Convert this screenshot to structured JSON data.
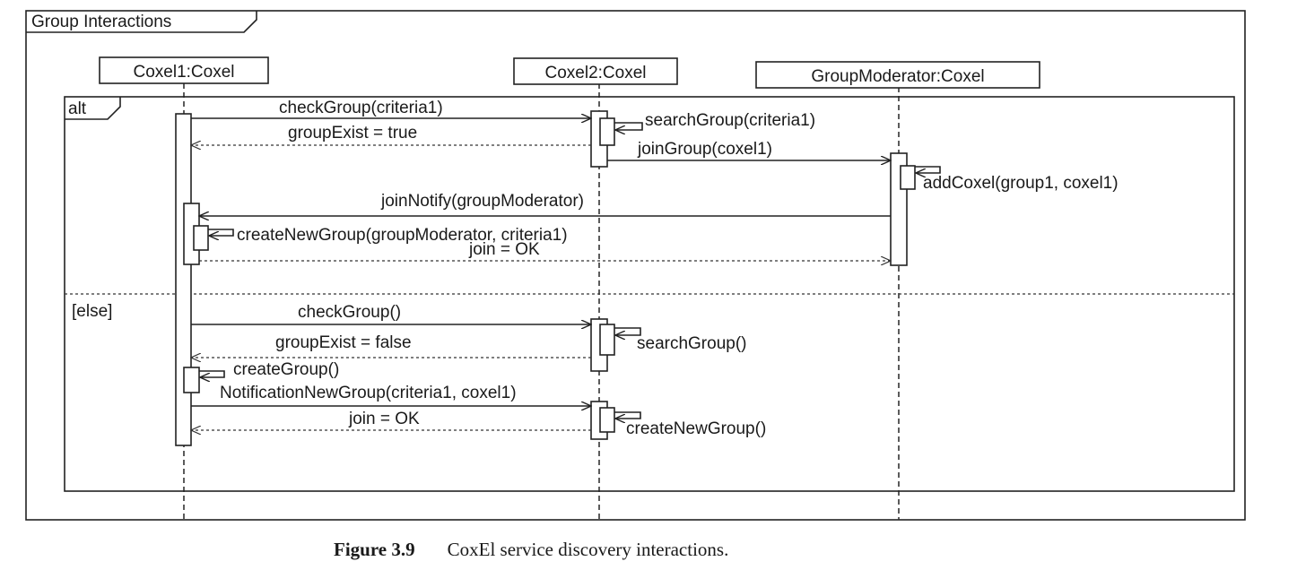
{
  "frame": {
    "title": "Group Interactions"
  },
  "lifelines": {
    "coxel1": "Coxel1:Coxel",
    "coxel2": "Coxel2:Coxel",
    "moderator": "GroupModerator:Coxel"
  },
  "fragment": {
    "operator": "alt",
    "else_guard": "[else]"
  },
  "messages": {
    "m1": "checkGroup(criteria1)",
    "m2": "searchGroup(criteria1)",
    "m3": "groupExist = true",
    "m4": "joinGroup(coxel1)",
    "m5": "addCoxel(group1, coxel1)",
    "m6": "joinNotify(groupModerator)",
    "m7": "createNewGroup(groupModerator, criteria1)",
    "m8": "join = OK",
    "m9": "checkGroup()",
    "m10": "groupExist = false",
    "m11": "searchGroup()",
    "m12": "createGroup()",
    "m13": "NotificationNewGroup(criteria1, coxel1)",
    "m14": "join = OK",
    "m15": "createNewGroup()"
  },
  "caption": {
    "label": "Figure 3.9",
    "text": "CoxEl service discovery interactions."
  }
}
